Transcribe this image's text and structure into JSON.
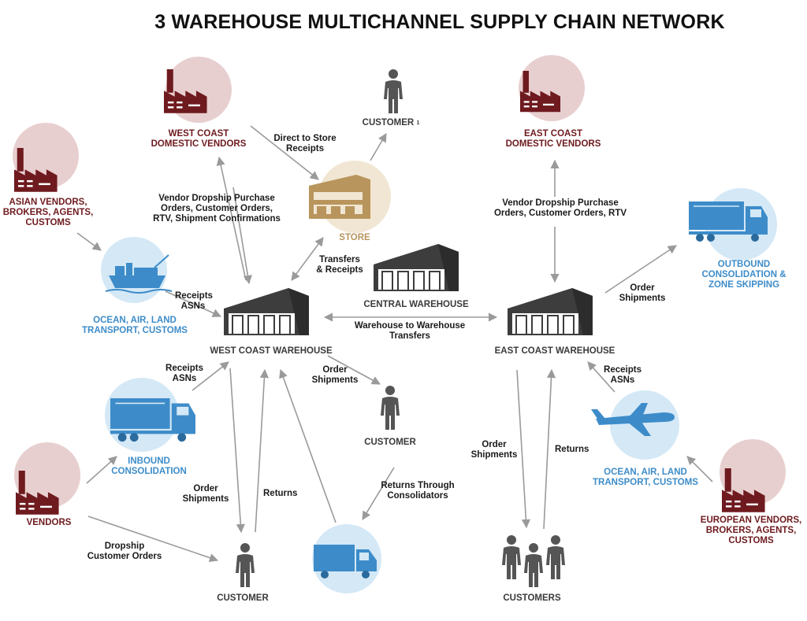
{
  "title": "3 WAREHOUSE MULTICHANNEL SUPPLY CHAIN NETWORK",
  "colors": {
    "vendor_label": "#6e1a1e",
    "vendor_circle": "#e8cfcf",
    "factory": "#6e1a1e",
    "transport_label": "#3d8cc9",
    "transport_circle": "#d4e8f6",
    "transport_icon": "#3d8cc9",
    "store_label": "#b8955c",
    "store_circle": "#f1e6d3",
    "warehouse": "#3d3d3d",
    "person": "#555555",
    "arrow": "#9a9a9a"
  },
  "nodes": {
    "west_vendors": [
      "WEST COAST",
      "DOMESTIC VENDORS"
    ],
    "east_vendors": [
      "EAST COAST",
      "DOMESTIC VENDORS"
    ],
    "asian_vendors": [
      "ASIAN VENDORS,",
      "BROKERS, AGENTS,",
      "CUSTOMS"
    ],
    "european_vendors": [
      "EUROPEAN VENDORS,",
      "BROKERS, AGENTS,",
      "CUSTOMS"
    ],
    "vendors": "VENDORS",
    "customer_top": "CUSTOMER",
    "customer_top_note": "1",
    "store": "STORE",
    "central_warehouse": "CENTRAL  WAREHOUSE",
    "west_warehouse": "WEST COAST WAREHOUSE",
    "east_warehouse": "EAST COAST WAREHOUSE",
    "ocean_west": [
      "OCEAN, AIR, LAND",
      "TRANSPORT, CUSTOMS"
    ],
    "ocean_east": [
      "OCEAN, AIR, LAND",
      "TRANSPORT, CUSTOMS"
    ],
    "inbound": [
      "INBOUND",
      "CONSOLIDATION"
    ],
    "outbound": [
      "OUTBOUND",
      "CONSOLIDATION &",
      "ZONE SKIPPING"
    ],
    "customer_mid": "CUSTOMER",
    "customer_bottom": "CUSTOMER",
    "customers": "CUSTOMERS"
  },
  "edges": {
    "direct_to_store": [
      "Direct to Store",
      "Receipts"
    ],
    "vendor_dropship_west": [
      "Vendor Dropship Purchase",
      "Orders,  Customer Orders,",
      "RTV, Shipment Confirmations"
    ],
    "vendor_dropship_east": [
      "Vendor Dropship Purchase",
      "Orders,  Customer Orders, RTV"
    ],
    "transfers_receipts": [
      "Transfers",
      "& Receipts"
    ],
    "receipts_asns_ocean_west": [
      "Receipts",
      "ASNs"
    ],
    "warehouse_transfers": [
      "Warehouse to Warehouse",
      "Transfers"
    ],
    "order_shipments_outbound": [
      "Order",
      "Shipments"
    ],
    "receipts_asns_inbound": [
      "Receipts",
      "ASNs"
    ],
    "order_shipments_mid": [
      "Order",
      "Shipments"
    ],
    "receipts_asns_east": [
      "Receipts",
      "ASNs"
    ],
    "order_shipments_east": [
      "Order",
      "Shipments"
    ],
    "returns_east": "Returns",
    "returns_consolidators": [
      "Returns Through",
      "Consolidators"
    ],
    "order_shipments_west": [
      "Order",
      "Shipments"
    ],
    "returns_west": "Returns",
    "dropship_orders": [
      "Dropship",
      "Customer Orders"
    ]
  }
}
